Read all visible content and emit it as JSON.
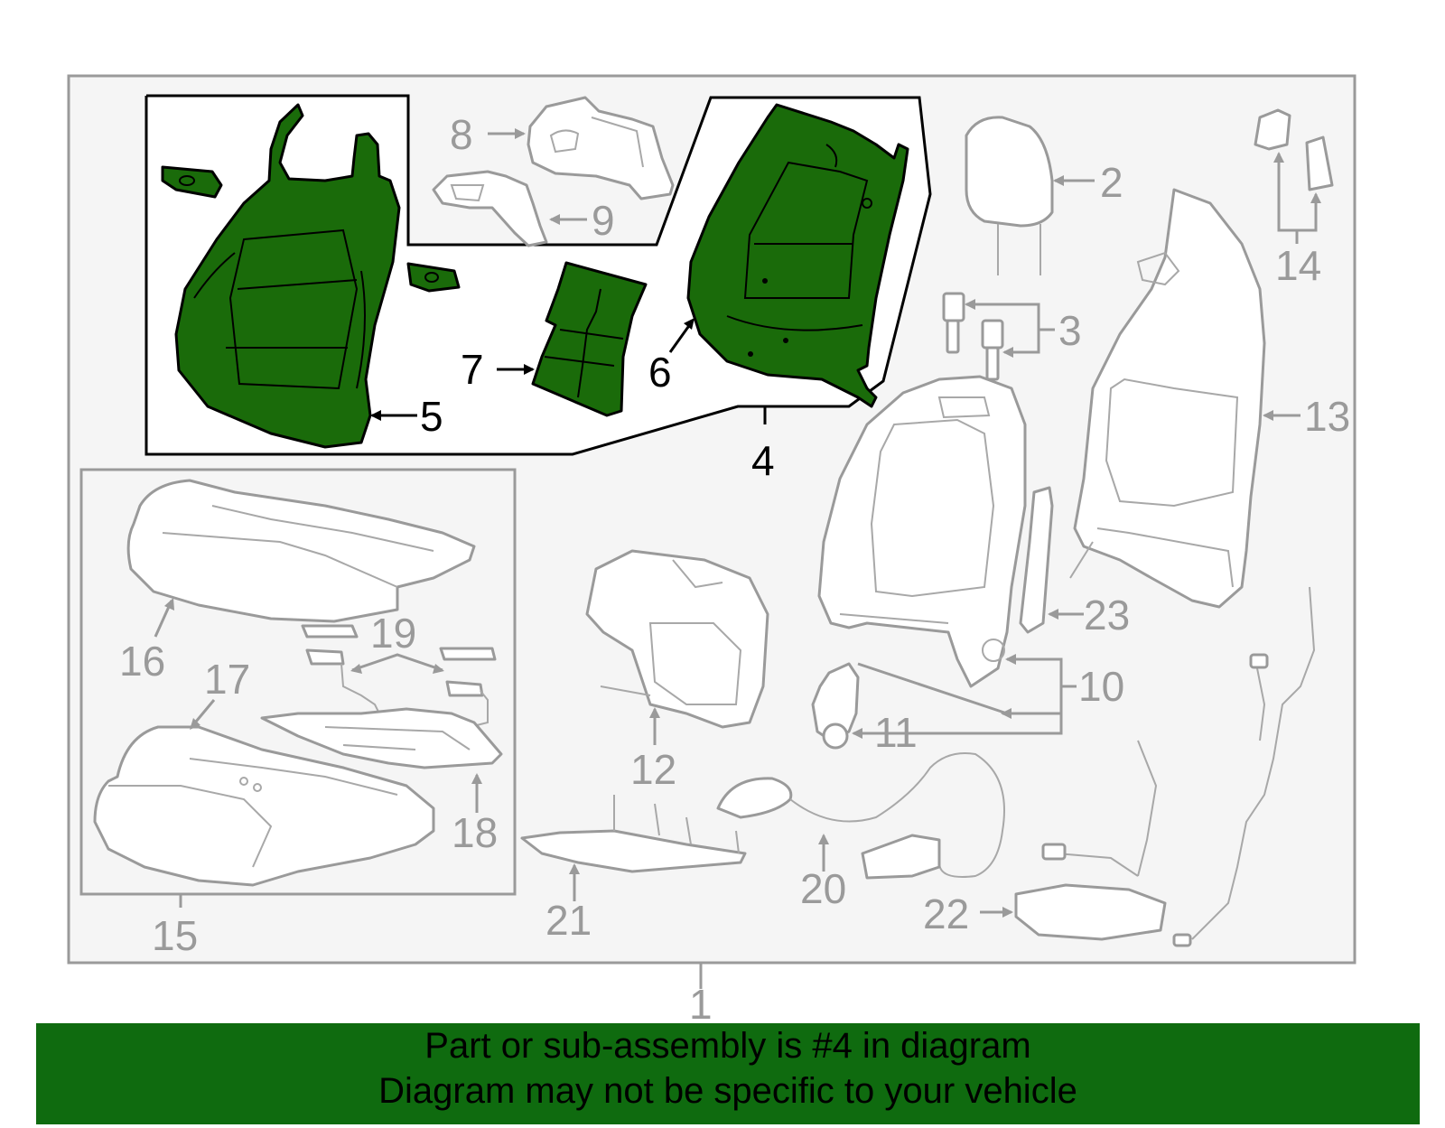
{
  "callouts": {
    "c1": "1",
    "c2": "2",
    "c3": "3",
    "c4": "4",
    "c5": "5",
    "c6": "6",
    "c7": "7",
    "c8": "8",
    "c9": "9",
    "c10": "10",
    "c11": "11",
    "c12": "12",
    "c13": "13",
    "c14": "14",
    "c15": "15",
    "c16": "16",
    "c17": "17",
    "c18": "18",
    "c19": "19",
    "c20": "20",
    "c21": "21",
    "c22": "22",
    "c23": "23"
  },
  "highlighted_part": "4",
  "colors": {
    "highlight": "#1a6b0a",
    "banner": "#0f6b0f",
    "linework": "#9a9a9a",
    "frame_background": "#f5f5f5"
  },
  "banner": {
    "line1": "Part or sub-assembly is #4 in diagram",
    "line2": "Diagram may not be specific to your vehicle"
  }
}
